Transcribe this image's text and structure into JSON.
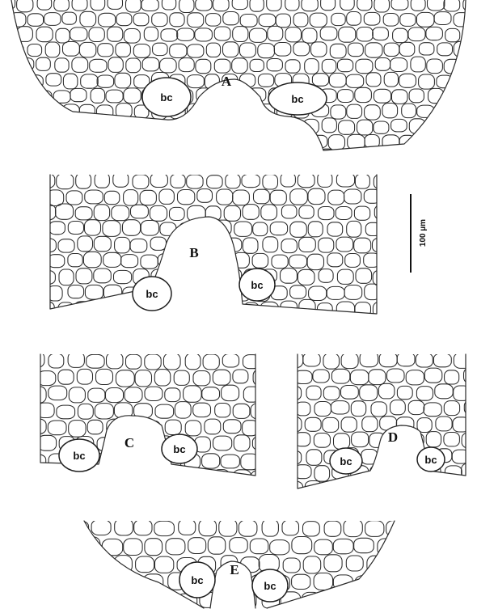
{
  "figure": {
    "panels": [
      {
        "letter": "A",
        "cells": [
          {
            "label": "bc"
          },
          {
            "label": "bc"
          }
        ]
      },
      {
        "letter": "B",
        "cells": [
          {
            "label": "bc"
          },
          {
            "label": "bc"
          }
        ]
      },
      {
        "letter": "C",
        "cells": [
          {
            "label": "bc"
          },
          {
            "label": "bc"
          }
        ]
      },
      {
        "letter": "D",
        "cells": [
          {
            "label": "bc"
          },
          {
            "label": "bc"
          }
        ]
      },
      {
        "letter": "E",
        "cells": [
          {
            "label": "bc"
          },
          {
            "label": "bc"
          }
        ]
      }
    ],
    "scale_bar": {
      "label": "100 µm"
    }
  }
}
